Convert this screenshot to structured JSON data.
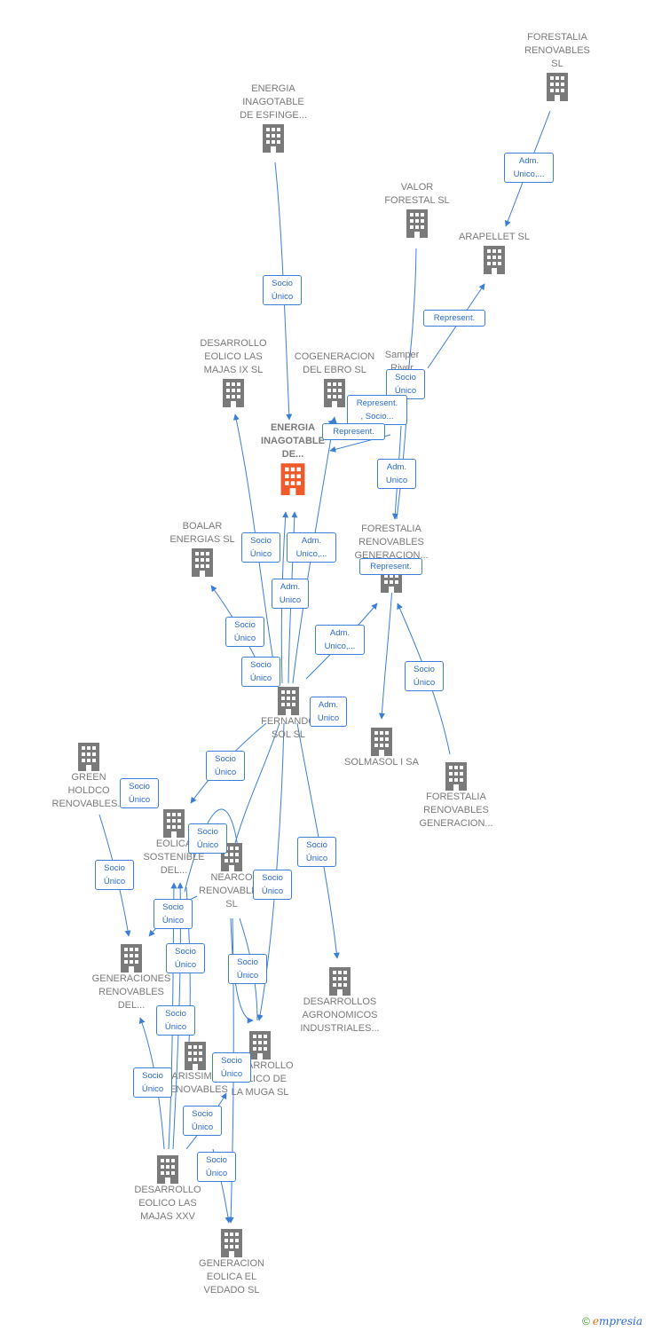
{
  "colors": {
    "company": "#7a7a7a",
    "center": "#f05a28",
    "edge": "#3a7fd5",
    "label": "#2a6ad1"
  },
  "nodes": [
    {
      "id": "forestalia_ren",
      "label": "FORESTALIA\nRENOVABLES\nSL",
      "type": "company"
    },
    {
      "id": "esfinge",
      "label": "ENERGIA\nINAGOTABLE\nDE ESFINGE...",
      "type": "company"
    },
    {
      "id": "valor_forestal",
      "label": "VALOR\nFORESTAL SL",
      "type": "company"
    },
    {
      "id": "arapellet",
      "label": "ARAPELLET  SL",
      "type": "company"
    },
    {
      "id": "samper",
      "label": "Samper\nRiver\nFe...",
      "type": "person"
    },
    {
      "id": "majas_ix",
      "label": "DESARROLLO\nEOLICO LAS\nMAJAS IX  SL",
      "type": "company"
    },
    {
      "id": "cogeneracion",
      "label": "COGENERACION\nDEL EBRO  SL",
      "type": "company"
    },
    {
      "id": "center",
      "label": "ENERGIA\nINAGOTABLE\nDE...",
      "type": "center"
    },
    {
      "id": "boalar",
      "label": "BOALAR\nENERGIAS  SL",
      "type": "company"
    },
    {
      "id": "forestalia_gen1",
      "label": "FORESTALIA\nRENOVABLES\nGENERACION...",
      "type": "company"
    },
    {
      "id": "fernando",
      "label": "FERNANDO\nSOL SL",
      "type": "company"
    },
    {
      "id": "solmasol",
      "label": "SOLMASOL I SA",
      "type": "company"
    },
    {
      "id": "forestalia_gen2",
      "label": "FORESTALIA\nRENOVABLES\nGENERACION...",
      "type": "company"
    },
    {
      "id": "green",
      "label": "GREEN\nHOLDCO\nRENOVABLES...",
      "type": "company"
    },
    {
      "id": "eolica_sost",
      "label": "EOLICA\nSOSTENIBLE\nDEL...",
      "type": "company"
    },
    {
      "id": "nearco",
      "label": "NEARCO\nRENOVABLES\nSL",
      "type": "company"
    },
    {
      "id": "generaciones",
      "label": "GENERACIONES\nRENOVABLES\nDEL...",
      "type": "company"
    },
    {
      "id": "des_agro",
      "label": "DESARROLLOS\nAGRONOMICOS\nINDUSTRIALES...",
      "type": "company"
    },
    {
      "id": "carissimos",
      "label": "CARISSIMOS\nRENOVABLES",
      "type": "company"
    },
    {
      "id": "muga",
      "label": "DESARROLLO\nEOLICO DE\nLA MUGA SL",
      "type": "company"
    },
    {
      "id": "majas_xxv",
      "label": "DESARROLLO\nEOLICO LAS\nMAJAS XXV",
      "type": "company"
    },
    {
      "id": "vedado",
      "label": "GENERACION\nEOLICA EL\nVEDADO SL",
      "type": "company"
    }
  ],
  "relations": [
    {
      "id": "r1",
      "label": "Adm.\nUnico,..."
    },
    {
      "id": "r2",
      "label": "Socio\nÚnico"
    },
    {
      "id": "r3",
      "label": "Represent."
    },
    {
      "id": "r4",
      "label": "Socio\nÚnico"
    },
    {
      "id": "r5",
      "label": "Represent.\n, Socio..."
    },
    {
      "id": "r6",
      "label": "Represent."
    },
    {
      "id": "r7",
      "label": "Adm.\nUnico"
    },
    {
      "id": "r8",
      "label": "Socio\nÚnico"
    },
    {
      "id": "r9",
      "label": "Adm.\nUnico,..."
    },
    {
      "id": "r10",
      "label": "Represent."
    },
    {
      "id": "r11",
      "label": "Adm.\nUnico"
    },
    {
      "id": "r12",
      "label": "Socio\nÚnico"
    },
    {
      "id": "r13",
      "label": "Adm.\nUnico,..."
    },
    {
      "id": "r14",
      "label": "Socio\nÚnico"
    },
    {
      "id": "r15",
      "label": "Socio\nÚnico"
    },
    {
      "id": "r16",
      "label": "Adm.\nUnico"
    },
    {
      "id": "r17",
      "label": "Socio\nÚnico"
    },
    {
      "id": "r18",
      "label": "Socio\nÚnico"
    },
    {
      "id": "r19",
      "label": "Socio\nÚnico"
    },
    {
      "id": "r20",
      "label": "Socio\nÚnico"
    },
    {
      "id": "r21",
      "label": "Socio\nÚnico"
    },
    {
      "id": "r22",
      "label": "Socio\nÚnico"
    },
    {
      "id": "r23",
      "label": "Socio\nÚnico"
    },
    {
      "id": "r24",
      "label": "Socio\nÚnico"
    },
    {
      "id": "r25",
      "label": "Socio\nÚnico"
    },
    {
      "id": "r26",
      "label": "Socio\nÚnico"
    },
    {
      "id": "r27",
      "label": "Socio\nÚnico"
    },
    {
      "id": "r28",
      "label": "Socio\nÚnico"
    },
    {
      "id": "r29",
      "label": "Socio\nÚnico"
    },
    {
      "id": "r30",
      "label": "Socio\nÚnico"
    }
  ],
  "footer": {
    "copyright": "©",
    "brand_e": "e",
    "brand_rest": "mpresia"
  }
}
